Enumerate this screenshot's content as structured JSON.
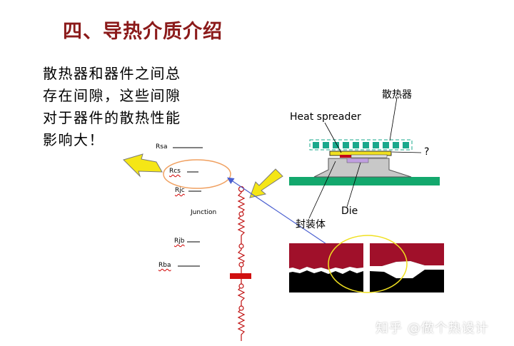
{
  "title": "四、导热介质介绍",
  "body_lines": [
    "散热器和器件之间总",
    "存在间隙，这些间隙",
    "对于器件的散热性能",
    "影响大！"
  ],
  "resistor_labels": {
    "rsa": "Rsa",
    "rcs": "Rcs",
    "rjc": "Rjc",
    "junction": "Junction",
    "rjb": "Rjb",
    "rba": "Rba"
  },
  "package_labels": {
    "heatsink": "散热器",
    "heat_spreader": "Heat spreader",
    "question": "?",
    "die": "Die",
    "package": "封装体"
  },
  "watermark": "知乎 @做个热设计",
  "colors": {
    "title": "#8b1a1a",
    "heatsink_teal": "#1aa88c",
    "board_green": "#13a86d",
    "spreader_yellow": "#f0e020",
    "die_red": "#c0001a",
    "arrow_yellow": "#f5e616",
    "ellipse_orange": "#f0a060",
    "ellipse_yellow": "#f0e020",
    "surface_maroon": "#a0102a",
    "blue_line": "#4a5fd0"
  }
}
